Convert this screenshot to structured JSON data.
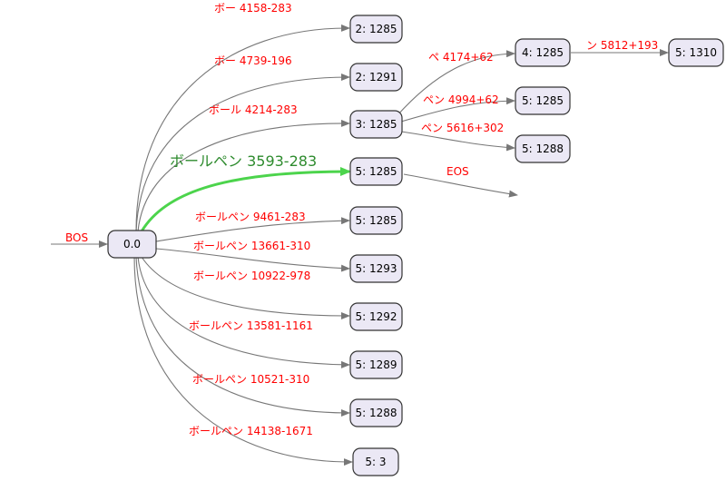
{
  "colors": {
    "node_fill": "#ebe8f5",
    "edge": "#777777",
    "best_path": "#4cd44c",
    "best_label": "#2e8b2e",
    "edge_label": "#ff0000"
  },
  "lattice": {
    "bos_label": "BOS",
    "eos_label": "EOS",
    "nodes": {
      "root": "0.0",
      "n_a": "2: 1285",
      "n_b": "2: 1291",
      "n_c": "3: 1285",
      "n_d": "5: 1285",
      "n_e": "5: 1285",
      "n_f": "5: 1293",
      "n_g": "5: 1292",
      "n_h": "5: 1289",
      "n_i": "5: 1288",
      "n_j": "5: 3",
      "n_k": "4: 1285",
      "n_l": "5: 1310",
      "n_m": "5: 1285",
      "n_n": "5: 1288"
    },
    "edges": {
      "e_a": "ボー 4158-283",
      "e_b": "ボー 4739-196",
      "e_c": "ボール 4214-283",
      "e_best": "ボールペン 3593-283",
      "e_e": "ボールペン 9461-283",
      "e_f": "ボールペン 13661-310",
      "e_g": "ボールペン 10922-978",
      "e_h": "ボールペン 13581-1161",
      "e_i": "ボールペン 10521-310",
      "e_j": "ボールペン 14138-1671",
      "e_k": "ペ 4174+62",
      "e_l": "ン 5812+193",
      "e_m": "ペン 4994+62",
      "e_n": "ペン 5616+302"
    }
  }
}
